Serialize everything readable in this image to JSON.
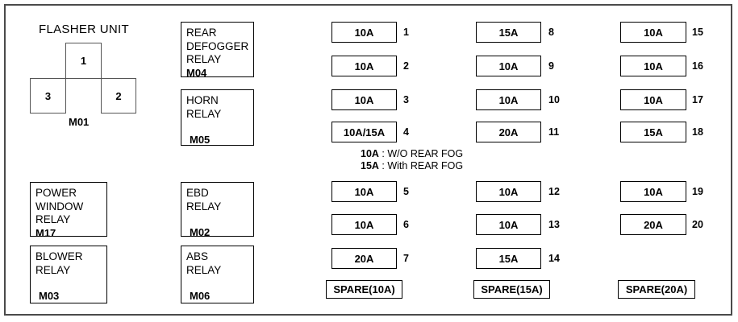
{
  "flasher": {
    "title": "FLASHER UNIT",
    "code": "M01",
    "cells": [
      {
        "label": "1"
      },
      {
        "label": "2"
      },
      {
        "label": "3"
      }
    ]
  },
  "relays": [
    {
      "key": "defogger",
      "lines": [
        "REAR",
        "DEFOGGER",
        "RELAY"
      ],
      "code": "M04"
    },
    {
      "key": "horn",
      "lines": [
        "HORN",
        "RELAY"
      ],
      "code": "M05"
    },
    {
      "key": "power",
      "lines": [
        "POWER",
        "WINDOW",
        "RELAY"
      ],
      "code": "M17"
    },
    {
      "key": "blower",
      "lines": [
        "BLOWER",
        "RELAY"
      ],
      "code": "M03"
    },
    {
      "key": "ebd",
      "lines": [
        "EBD",
        "RELAY"
      ],
      "code": "M02"
    },
    {
      "key": "abs",
      "lines": [
        "ABS",
        "RELAY"
      ],
      "code": "M06"
    }
  ],
  "fuses": {
    "col1_top": [
      {
        "rating": "10A",
        "index": "1"
      },
      {
        "rating": "10A",
        "index": "2"
      },
      {
        "rating": "10A",
        "index": "3"
      },
      {
        "rating": "10A/15A",
        "index": "4"
      }
    ],
    "col2_top": [
      {
        "rating": "15A",
        "index": "8"
      },
      {
        "rating": "10A",
        "index": "9"
      },
      {
        "rating": "10A",
        "index": "10"
      },
      {
        "rating": "20A",
        "index": "11"
      }
    ],
    "col3_top": [
      {
        "rating": "10A",
        "index": "15"
      },
      {
        "rating": "10A",
        "index": "16"
      },
      {
        "rating": "10A",
        "index": "17"
      },
      {
        "rating": "15A",
        "index": "18"
      }
    ],
    "col1_bottom": [
      {
        "rating": "10A",
        "index": "5"
      },
      {
        "rating": "10A",
        "index": "6"
      },
      {
        "rating": "20A",
        "index": "7"
      }
    ],
    "col2_bottom": [
      {
        "rating": "10A",
        "index": "12"
      },
      {
        "rating": "10A",
        "index": "13"
      },
      {
        "rating": "15A",
        "index": "14"
      }
    ],
    "col3_bottom": [
      {
        "rating": "10A",
        "index": "19"
      },
      {
        "rating": "20A",
        "index": "20"
      }
    ]
  },
  "spares": [
    {
      "label": "SPARE(10A)"
    },
    {
      "label": "SPARE(15A)"
    },
    {
      "label": "SPARE(20A)"
    }
  ],
  "note": {
    "line1_rating": "10A",
    "line1_text": " : W/O REAR FOG",
    "line2_rating": "15A",
    "line2_text": " : With REAR FOG"
  }
}
